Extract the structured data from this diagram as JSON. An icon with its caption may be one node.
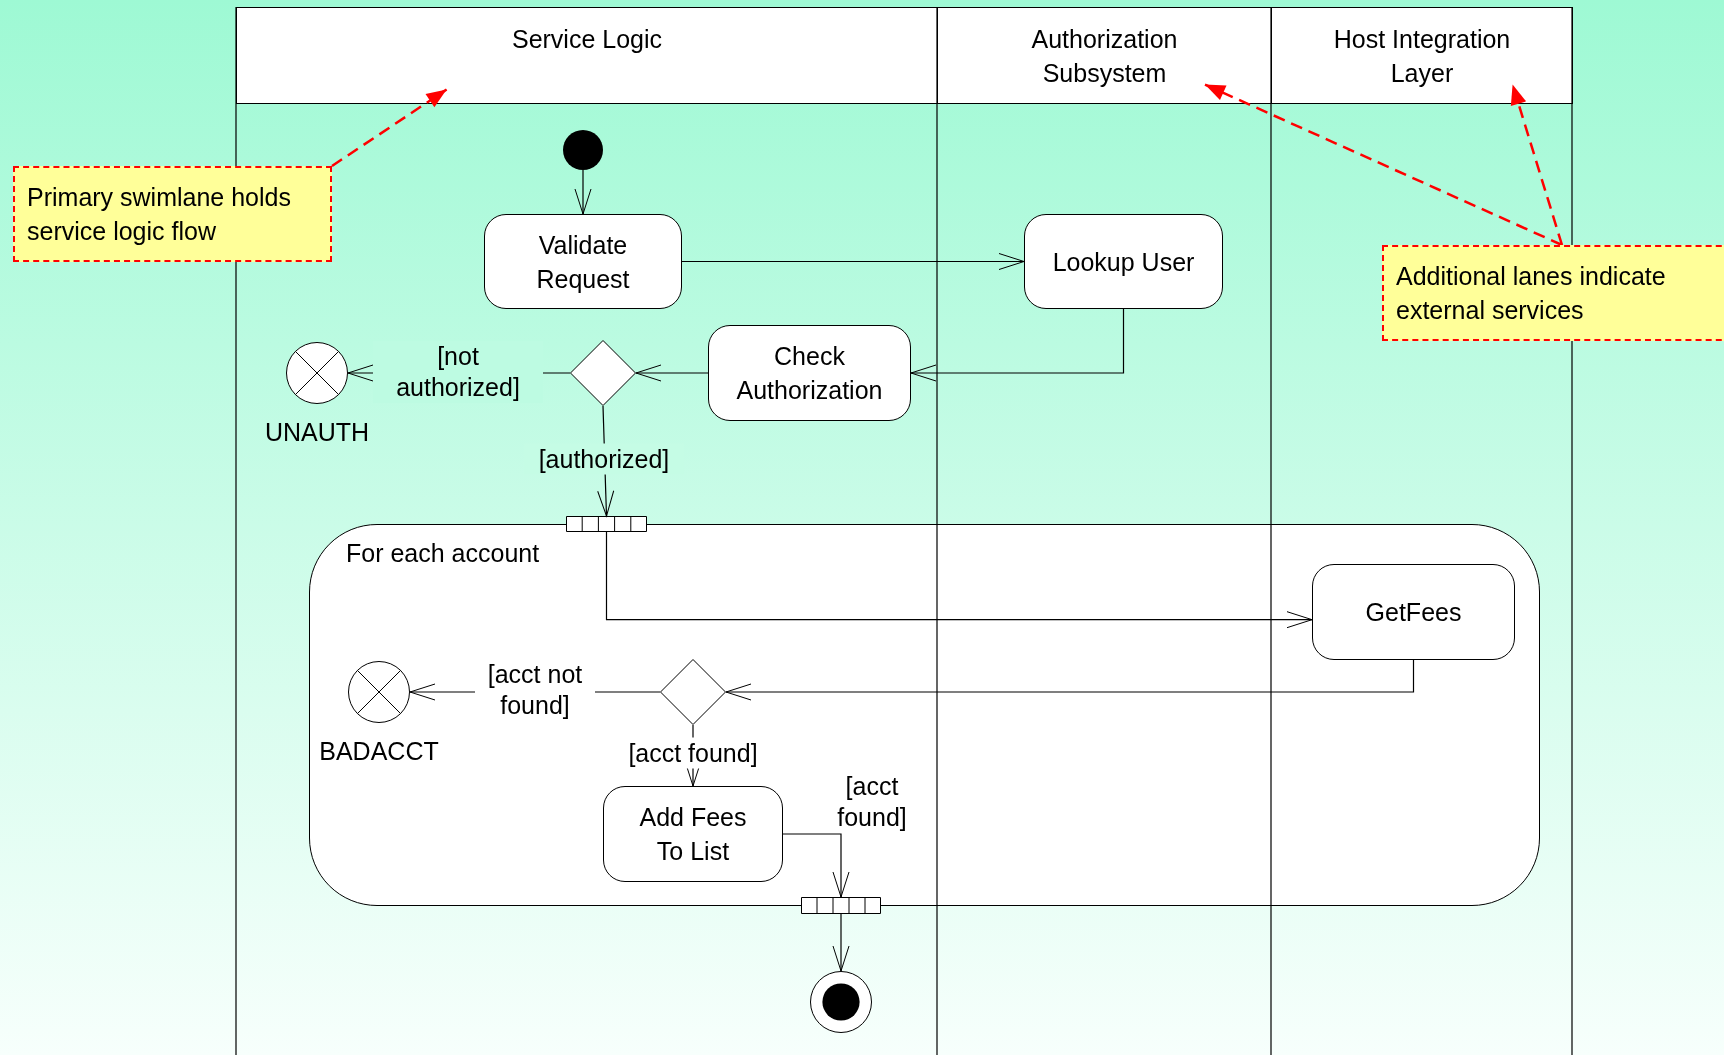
{
  "diagram": {
    "nodes": [
      {
        "text": [
          "Service Logic"
        ]
      },
      {
        "text": [
          "Authorization Subsystem"
        ]
      },
      {
        "text": [
          "Host Integration Layer"
        ]
      },
      {
        "text": [],
        "shape": "circle"
      },
      {
        "text": [
          "Validate Request"
        ]
      },
      {
        "text": [
          "Lookup User"
        ]
      },
      {
        "text": [
          "Check Authorization"
        ]
      },
      {
        "text": [],
        "shape": "diamond"
      },
      {
        "text": [],
        "shape": "circle",
        "beside": [
          "UNAUTH"
        ]
      },
      {
        "text": [
          "For each account"
        ]
      },
      {
        "text": [],
        "shape": "bar"
      },
      {
        "text": [
          "GetFees"
        ],
        "in": 9
      },
      {
        "text": [],
        "shape": "diamond",
        "in": 9
      },
      {
        "text": [],
        "shape": "circle",
        "beside": [
          "BADACCT"
        ],
        "in": 9
      },
      {
        "text": [
          "Add Fees To List"
        ],
        "in": 9
      },
      {
        "text": [],
        "shape": "bar"
      },
      {
        "text": [],
        "shape": "circle"
      },
      {
        "text": [
          "Primary swimlane holds service logic flow"
        ]
      },
      {
        "text": [
          "Additional lanes indicate external services"
        ]
      }
    ],
    "edges": [
      {
        "from": 3,
        "to": 4,
        "arrow": "to"
      },
      {
        "from": 4,
        "to": 5,
        "arrow": "to"
      },
      {
        "from": 5,
        "to": 6,
        "arrow": "to"
      },
      {
        "from": 6,
        "to": 7,
        "arrow": "to"
      },
      {
        "from": 7,
        "to": 8,
        "arrow": "to",
        "label": "[not authorized]"
      },
      {
        "from": 7,
        "to": 10,
        "arrow": "to",
        "label": "[authorized]"
      },
      {
        "from": 10,
        "to": 11,
        "arrow": "to"
      },
      {
        "from": 11,
        "to": 12,
        "arrow": "to"
      },
      {
        "from": 12,
        "to": 13,
        "arrow": "to",
        "label": "[acct not found]"
      },
      {
        "from": 12,
        "to": 14,
        "arrow": "to",
        "label": "[acct found]"
      },
      {
        "from": 14,
        "to": 15,
        "arrow": "to",
        "label": "[acct found]"
      },
      {
        "from": 15,
        "to": 16,
        "arrow": "to"
      },
      {
        "from": 17,
        "to": 0,
        "arrow": "to",
        "style": "dashed",
        "color": "#ff0000"
      },
      {
        "from": 18,
        "to": 1,
        "arrow": "to",
        "style": "dashed",
        "color": "#ff0000"
      },
      {
        "from": 18,
        "to": 2,
        "arrow": "to",
        "style": "dashed",
        "color": "#ff0000"
      }
    ]
  }
}
